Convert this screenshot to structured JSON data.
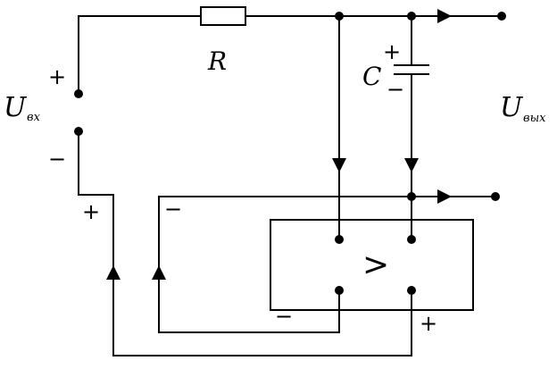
{
  "labels": {
    "input_voltage": "U",
    "input_subscript": "вх",
    "output_voltage": "U",
    "output_subscript": "вых",
    "resistor": "R",
    "capacitor": "C",
    "comparator_symbol": ">",
    "plus": "+",
    "minus": "−"
  },
  "colors": {
    "stroke": "#000000",
    "background": "#ffffff"
  }
}
